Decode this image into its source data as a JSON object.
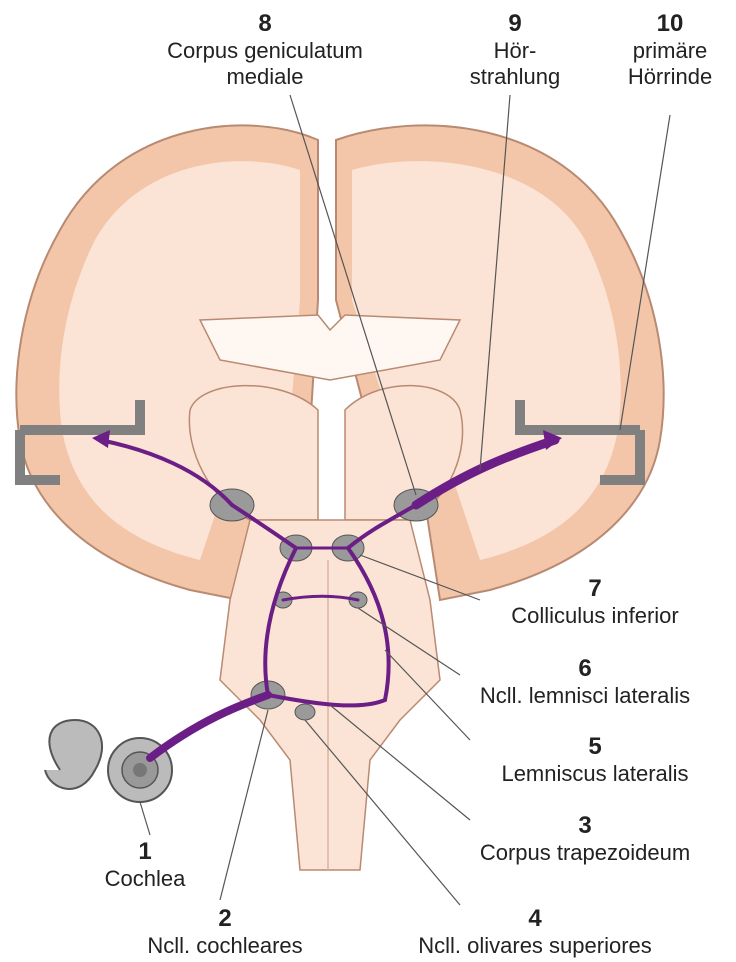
{
  "labels": {
    "l1": {
      "num": "1",
      "text": "Cochlea"
    },
    "l2": {
      "num": "2",
      "text": "Ncll. cochleares"
    },
    "l3": {
      "num": "3",
      "text": "Corpus trapezoideum"
    },
    "l4": {
      "num": "4",
      "text": "Ncll. olivares superiores"
    },
    "l5": {
      "num": "5",
      "text": "Lemniscus lateralis"
    },
    "l6": {
      "num": "6",
      "text": "Ncll. lemnisci lateralis"
    },
    "l7": {
      "num": "7",
      "text": "Colliculus inferior"
    },
    "l8": {
      "num": "8",
      "text": "Corpus geniculatum\nmediale"
    },
    "l9": {
      "num": "9",
      "text": "Hör-\nstrahlung"
    },
    "l10": {
      "num": "10",
      "text": "primäre\nHörrinde"
    }
  },
  "colors": {
    "cortex": "#f3c6a9",
    "white_matter": "#fbe4d6",
    "outline": "#b98a72",
    "nucleus": "#9a9a9a",
    "pathway": "#6b1f86",
    "cochlea": "#9b9b9b"
  }
}
